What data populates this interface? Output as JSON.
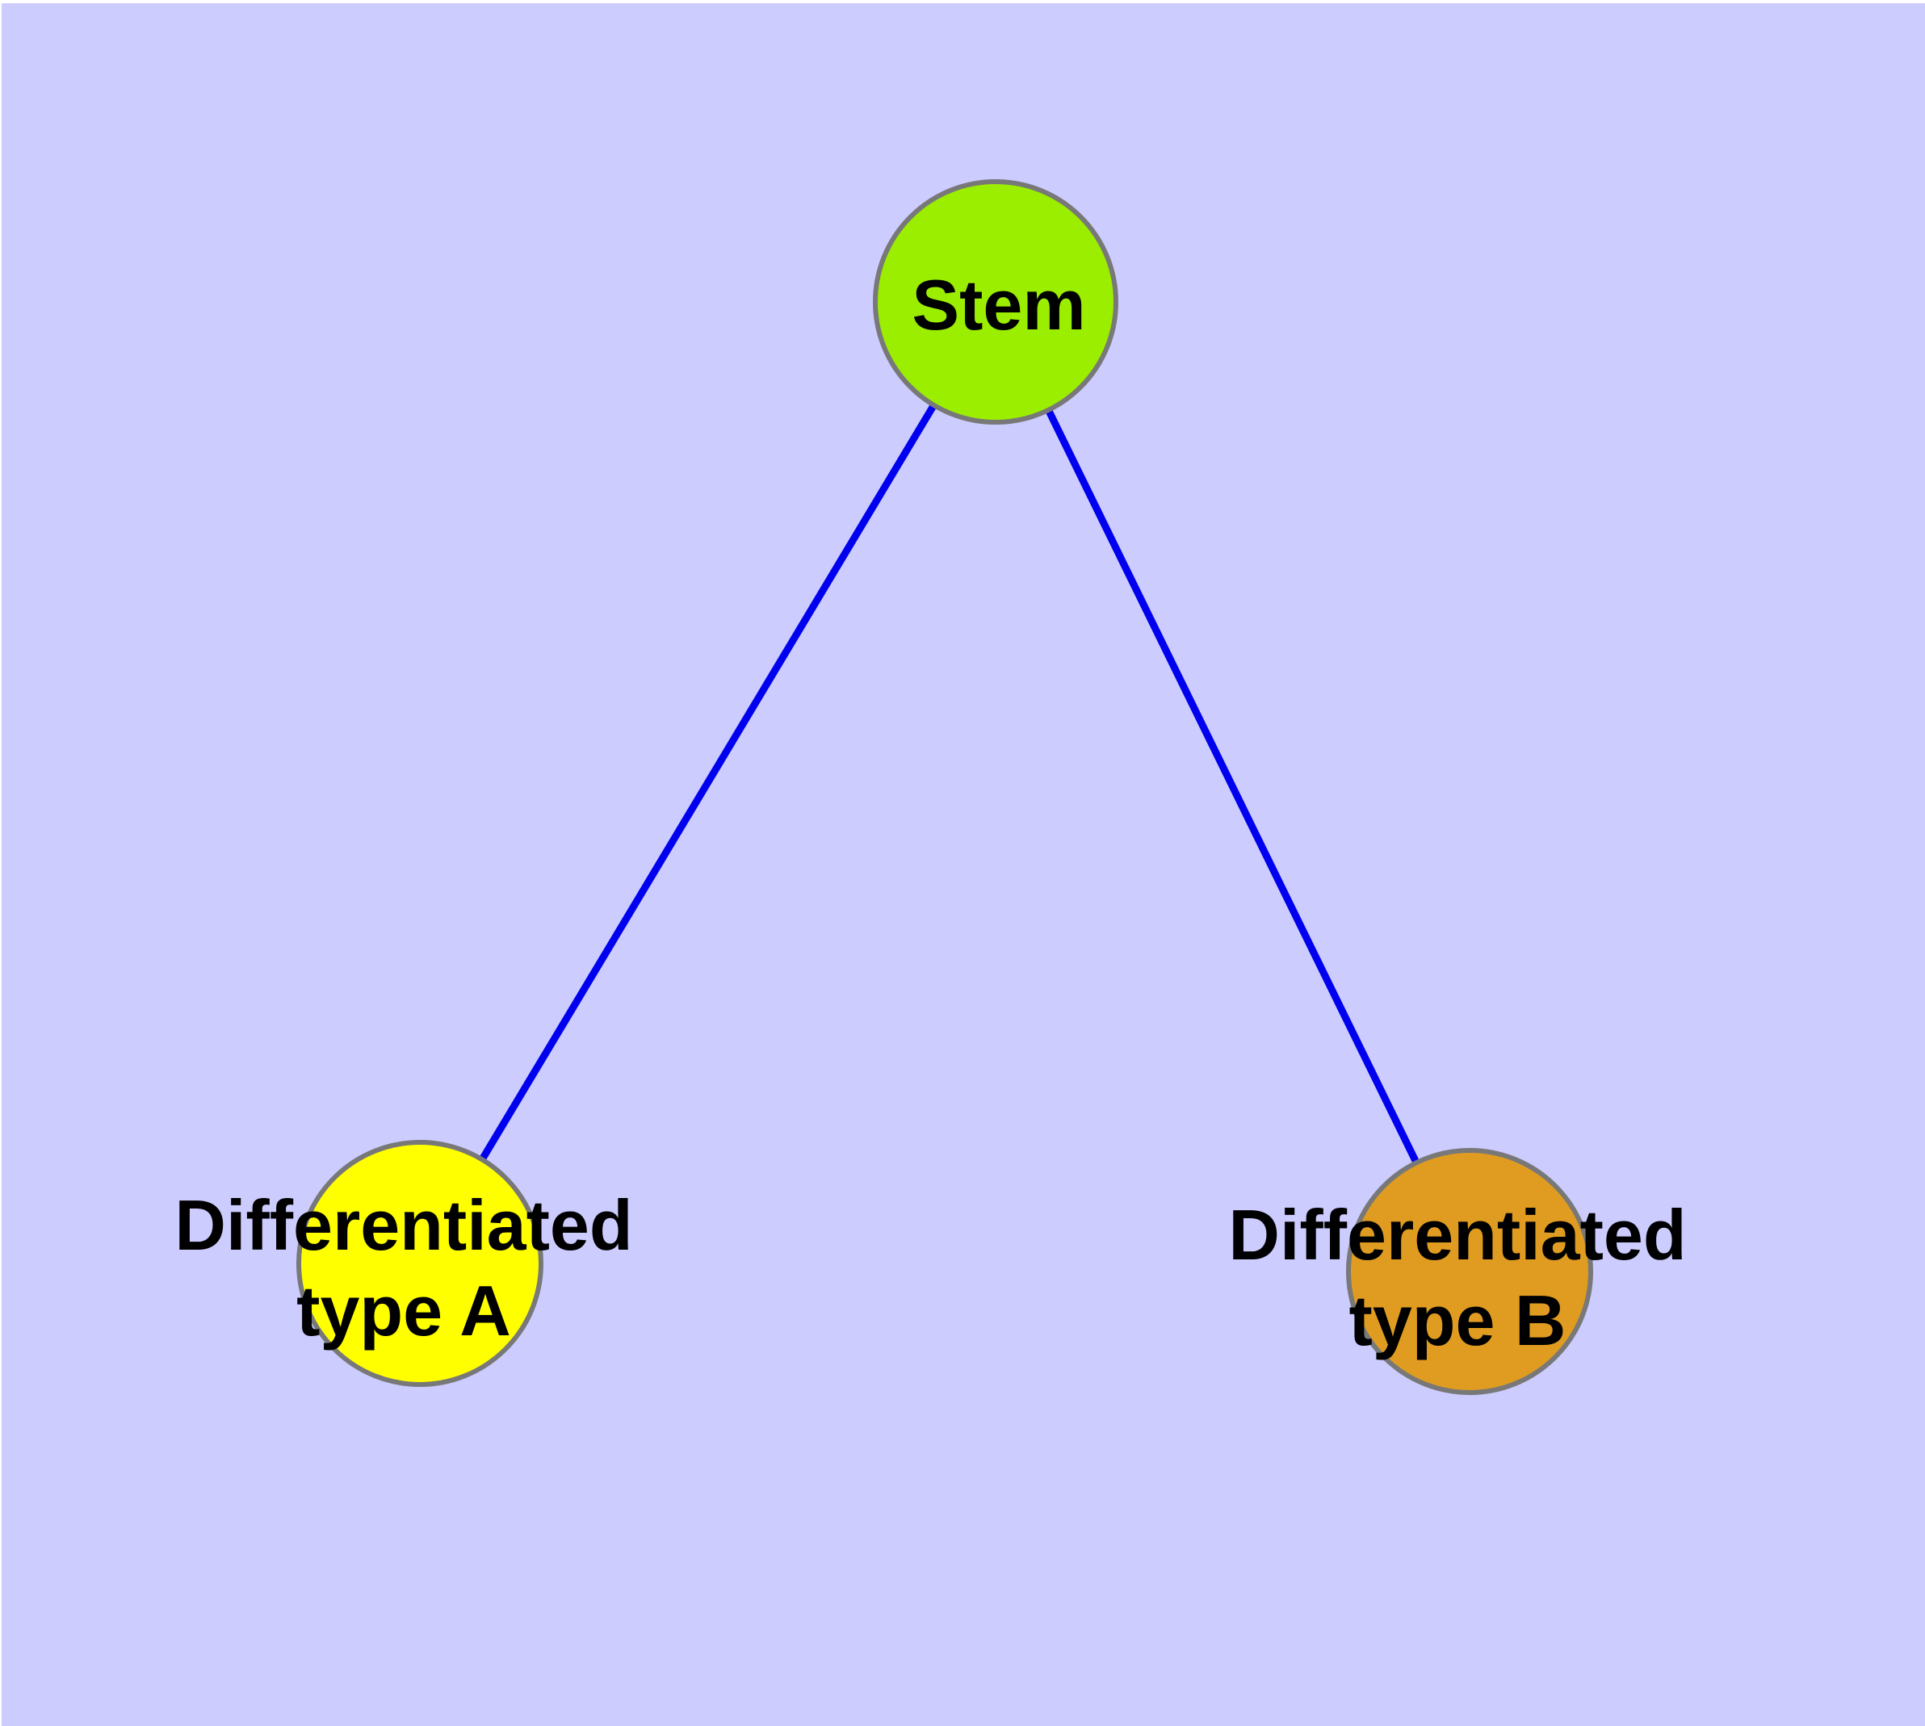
{
  "diagram": {
    "type": "graph",
    "background_color": "#CCCCFF",
    "edge_color": "#0000EE",
    "node_border_color": "#787878",
    "label_color": "#000000",
    "nodes": [
      {
        "id": "stem",
        "label_lines": [
          "Stem"
        ],
        "fill_color": "#9BEE00"
      },
      {
        "id": "differentiated-type-a",
        "label_lines": [
          "Differentiated",
          "type A"
        ],
        "fill_color": "#FFFF00"
      },
      {
        "id": "differentiated-type-b",
        "label_lines": [
          "Differentiated",
          "type B"
        ],
        "fill_color": "#E09C20"
      }
    ],
    "edges": [
      {
        "from": "Stem",
        "to": "Differentiated type A"
      },
      {
        "from": "Stem",
        "to": "Differentiated type B"
      }
    ]
  }
}
